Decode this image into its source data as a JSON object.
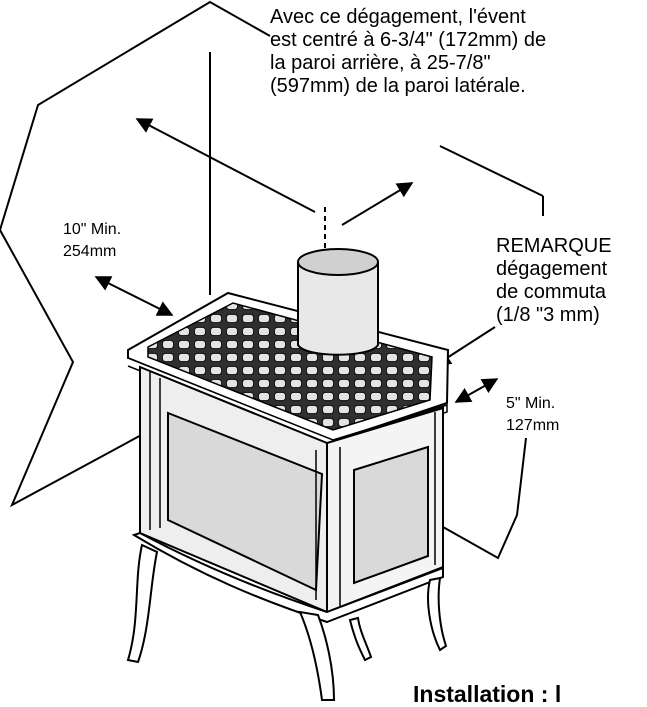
{
  "top_note": {
    "lines": [
      "Avec ce dégagement, l'évent",
      "est centré à 6-3/4\" (172mm) de",
      "la paroi arrière, à 25-7/8\"",
      "(597mm) de la paroi latérale."
    ]
  },
  "left_clearance": {
    "line1": "10\" Min.",
    "line2": "254mm"
  },
  "right_clearance": {
    "line1": "5\" Min.",
    "line2": "127mm"
  },
  "remark": {
    "lines": [
      "REMARQUE",
      "dégagement",
      "de commuta",
      "(1/8 \"3 mm)"
    ]
  },
  "caption": "Installation : l"
}
